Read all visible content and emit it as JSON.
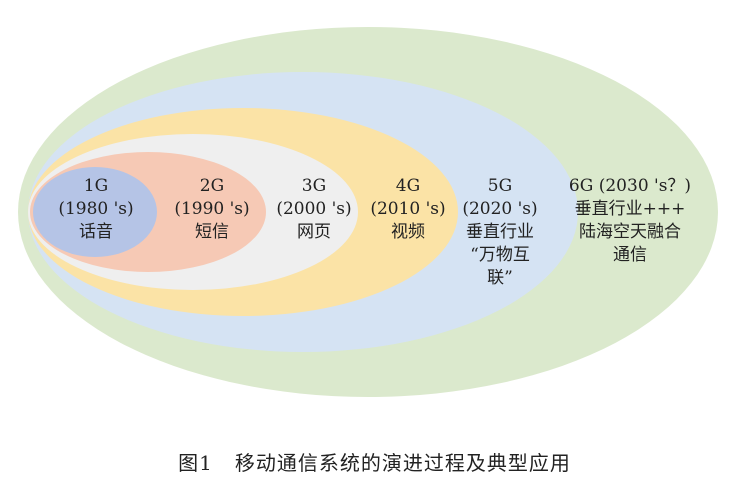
{
  "generations": [
    {
      "name": "1G",
      "era": "(1980 's)",
      "apps": [
        "话音"
      ],
      "color": "#b5c4e6"
    },
    {
      "name": "2G",
      "era": "(1990 's)",
      "apps": [
        "短信"
      ],
      "color": "#f6c9b5"
    },
    {
      "name": "3G",
      "era": "(2000 's)",
      "apps": [
        "网页"
      ],
      "color": "#efefef"
    },
    {
      "name": "4G",
      "era": "(2010 's)",
      "apps": [
        "视频"
      ],
      "color": "#fbe3a6"
    },
    {
      "name": "5G",
      "era": "(2020 's)",
      "apps": [
        "垂直行业",
        "“万物互",
        "联”"
      ],
      "color": "#d5e3f3"
    },
    {
      "name": "6G",
      "era": "(2030 's？)",
      "apps": [
        "垂直行业+++",
        "陆海空天融合",
        "通信"
      ],
      "color": "#dbe9cd"
    }
  ],
  "caption": {
    "figure_number": "图1",
    "title": "移动通信系统的演进过程及典型应用"
  }
}
